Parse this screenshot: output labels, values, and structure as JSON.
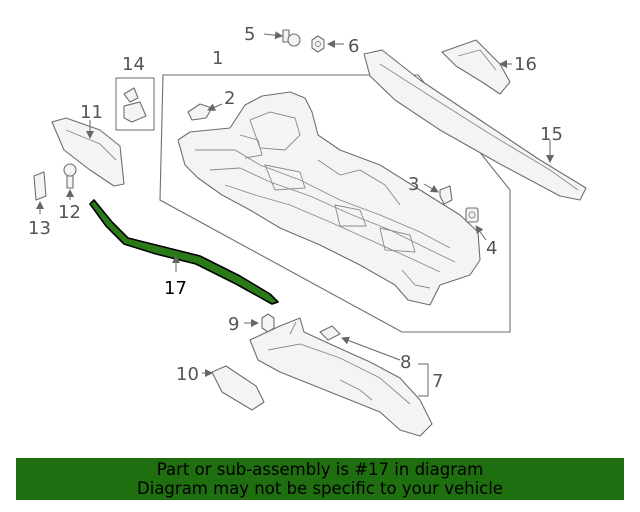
{
  "callouts": {
    "c1": "1",
    "c2": "2",
    "c3": "3",
    "c4": "4",
    "c5": "5",
    "c6": "6",
    "c7": "7",
    "c8": "8",
    "c9": "9",
    "c10": "10",
    "c11": "11",
    "c12": "12",
    "c13": "13",
    "c14": "14",
    "c15": "15",
    "c16": "16",
    "c17": "17"
  },
  "highlight_color": "#1f6e0f",
  "banner": {
    "line1": "Part or sub-assembly is #17 in diagram",
    "line2": "Diagram may not be specific to your vehicle"
  }
}
